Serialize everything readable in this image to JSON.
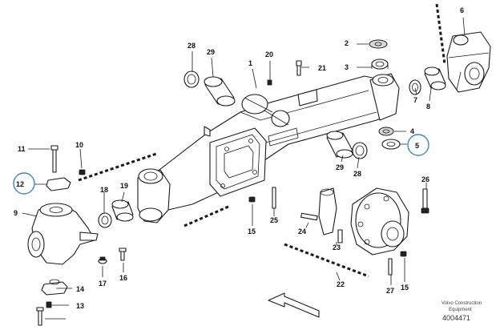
{
  "callouts": {
    "c1": "1",
    "c2": "2",
    "c3": "3",
    "c4": "4",
    "c5": "5",
    "c6": "6",
    "c7": "7",
    "c8": "8",
    "c9": "9",
    "c10": "10",
    "c11": "11",
    "c12": "12",
    "c13": "13",
    "c14": "14",
    "c15a": "15",
    "c15b": "15",
    "c16": "16",
    "c17": "17",
    "c18": "18",
    "c19": "19",
    "c20": "20",
    "c21": "21",
    "c22": "22",
    "c23": "23",
    "c24": "24",
    "c25": "25",
    "c26": "26",
    "c27": "27",
    "c28a": "28",
    "c28b": "28",
    "c29a": "29",
    "c29b": "29"
  },
  "highlights": {
    "color": "#3a86c8",
    "circled_callouts": [
      "12",
      "5"
    ]
  },
  "watermark": {
    "line1": "Volvo Construction",
    "line2": "Equipment",
    "code": "4004471"
  }
}
